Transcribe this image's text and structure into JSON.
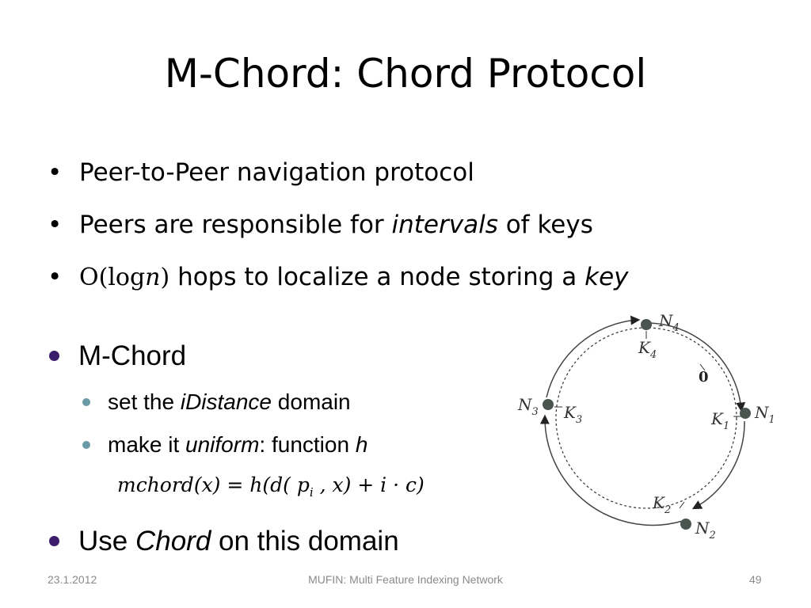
{
  "slide": {
    "title": "M-Chord: Chord Protocol",
    "bullets": [
      {
        "text": "Peer-to-Peer navigation protocol"
      },
      {
        "pre": "Peers are responsible for ",
        "em": "intervals",
        "post": " of keys"
      },
      {
        "math": "O(log n)",
        "post": " hops to localize a node storing a ",
        "em": "key"
      }
    ],
    "mchord": {
      "label": "M-Chord",
      "sub": [
        {
          "pre": "set the ",
          "em": "iDistance",
          "post": " domain"
        },
        {
          "pre": "make it ",
          "em": "uniform",
          "mid": ": function ",
          "em2": "h"
        }
      ],
      "formula": "mchord(x) = h(d(p_i , x) + i · c)"
    },
    "use": {
      "pre": "Use ",
      "em": "Chord",
      "post": " on this domain"
    }
  },
  "diagram": {
    "nodes": [
      {
        "label": "N",
        "sub": "4"
      },
      {
        "label": "N",
        "sub": "1"
      },
      {
        "label": "N",
        "sub": "2"
      },
      {
        "label": "N",
        "sub": "3"
      }
    ],
    "keys": [
      {
        "label": "K",
        "sub": "4"
      },
      {
        "label": "K",
        "sub": "1"
      },
      {
        "label": "K",
        "sub": "2"
      },
      {
        "label": "K",
        "sub": "3"
      }
    ],
    "zero": "0"
  },
  "footer": {
    "date": "23.1.2012",
    "center": "MUFIN:  Multi Feature Indexing Network",
    "page": "49"
  }
}
